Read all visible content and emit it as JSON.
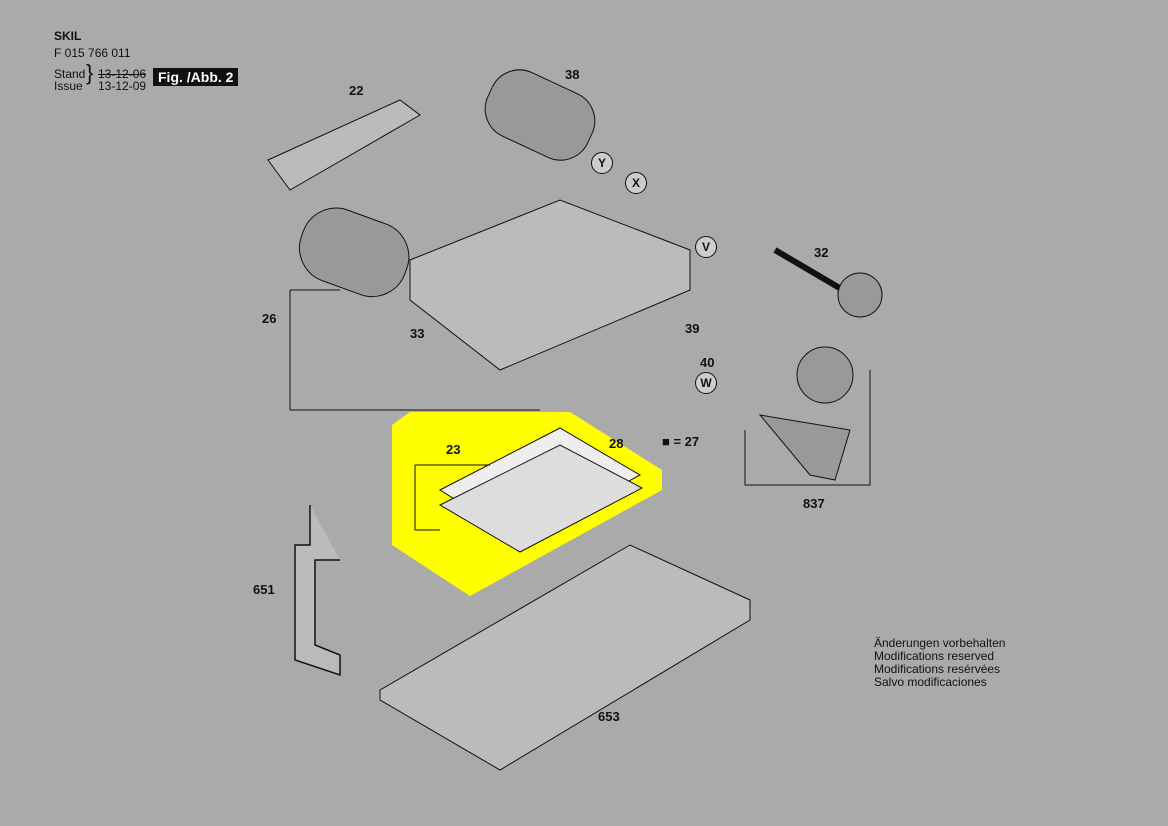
{
  "header": {
    "brand": "SKIL",
    "part_number": "F 015 766 011",
    "stand_label": "Stand",
    "issue_label": "Issue",
    "stand_date": "13-12-06",
    "issue_date": "13-12-09",
    "figure": "Fig. /Abb. 2"
  },
  "parts": {
    "p22": "22",
    "p38": "38",
    "p32": "32",
    "p26": "26",
    "p33": "33",
    "p39": "39",
    "p40": "40",
    "p28": "28",
    "p27": "■ = 27",
    "p23": "23",
    "p837": "837",
    "p651": "651",
    "p653": "653"
  },
  "callouts": {
    "y": "Y",
    "x": "X",
    "v": "V",
    "w": "W"
  },
  "notes": [
    "Änderungen vorbehalten",
    "Modifications reserved",
    "Modifications resérvées",
    "Salvo modificaciones"
  ],
  "colors": {
    "background": "#aaaaaa",
    "highlight": "#ffff00"
  }
}
